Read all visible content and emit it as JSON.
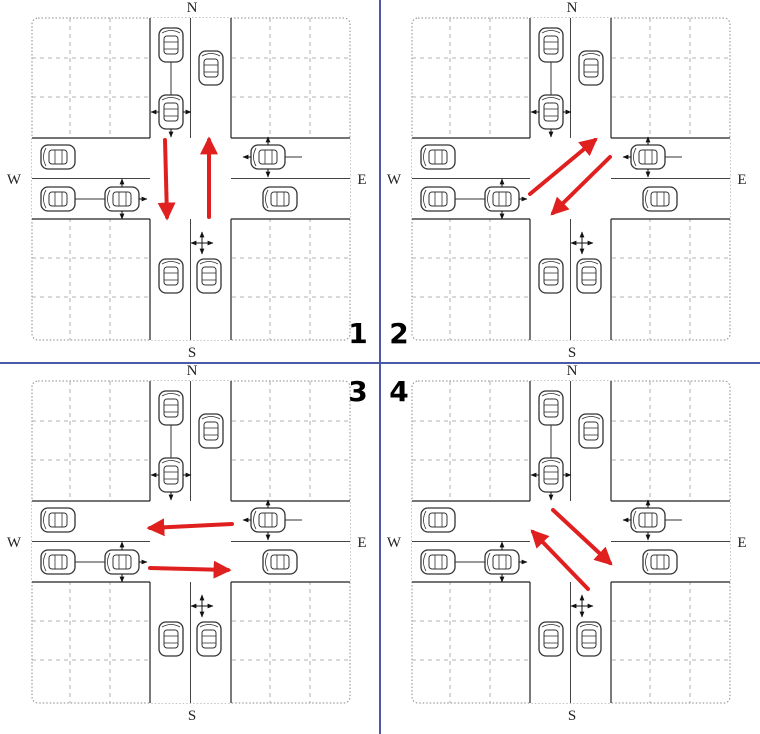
{
  "compass": {
    "north": "N",
    "south": "S",
    "east": "E",
    "west": "W"
  },
  "colors": {
    "divider": "#4a5aa8",
    "arrow": "#e0201f",
    "road_edge": "#222222",
    "grid": "#999999",
    "vehicle": "#333333"
  },
  "panels": [
    {
      "number": "1",
      "label_corner": "bottom-right",
      "movement": "north-south through traffic",
      "arrows": [
        {
          "from": [
            165,
            140
          ],
          "to": [
            167,
            217
          ]
        },
        {
          "from": [
            209,
            217
          ],
          "to": [
            209,
            140
          ]
        }
      ]
    },
    {
      "number": "2",
      "label_corner": "bottom-left",
      "movement": "diagonal turns between west and north-east",
      "arrows": [
        {
          "from": [
            530,
            194
          ],
          "to": [
            595,
            140
          ]
        },
        {
          "from": [
            610,
            157
          ],
          "to": [
            553,
            213
          ]
        }
      ]
    },
    {
      "number": "3",
      "label_corner": "top-right",
      "movement": "east-west through traffic",
      "arrows": [
        {
          "from": [
            232,
            524
          ],
          "to": [
            150,
            528
          ]
        },
        {
          "from": [
            150,
            568
          ],
          "to": [
            228,
            570
          ]
        }
      ]
    },
    {
      "number": "4",
      "label_corner": "top-left",
      "movement": "diagonal turns between north and south-east",
      "arrows": [
        {
          "from": [
            553,
            510
          ],
          "to": [
            610,
            563
          ]
        },
        {
          "from": [
            588,
            589
          ],
          "to": [
            533,
            532
          ]
        }
      ]
    }
  ]
}
